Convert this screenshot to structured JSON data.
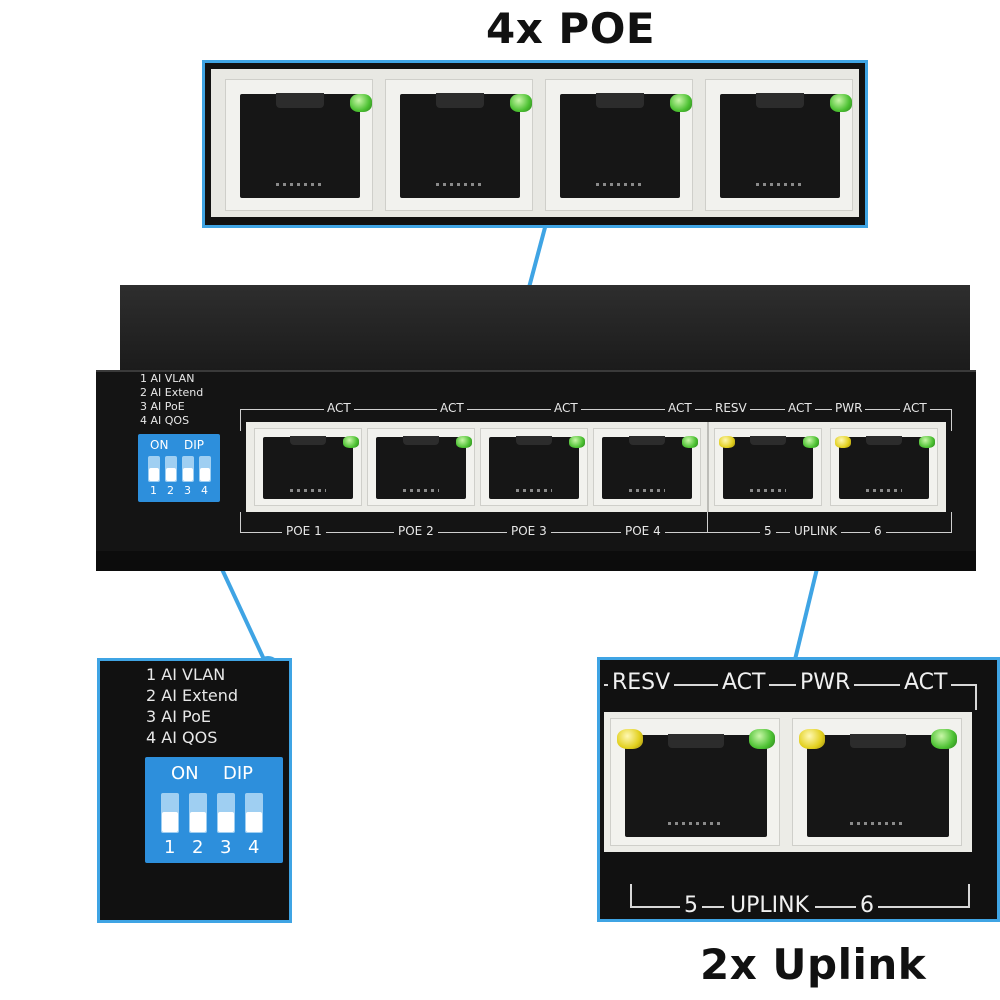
{
  "headings": {
    "poe": "4x POE",
    "uplink": "2x Uplink"
  },
  "dip_legend": [
    "1 AI VLAN",
    "2 AI Extend",
    "3 AI PoE",
    "4 AI QOS"
  ],
  "dip_switch": {
    "on_label": "ON",
    "dip_label": "DIP",
    "numbers": [
      "1",
      "2",
      "3",
      "4"
    ]
  },
  "top_labels": [
    "ACT",
    "ACT",
    "ACT",
    "ACT",
    "RESV",
    "ACT",
    "PWR",
    "ACT"
  ],
  "bottom_labels": {
    "poe": [
      "POE 1",
      "POE 2",
      "POE 3",
      "POE 4"
    ],
    "uplink_left": "5",
    "uplink_mid": "UPLINK",
    "uplink_right": "6"
  },
  "uplink_zoom": {
    "resv": "RESV",
    "act1": "ACT",
    "pwr": "PWR",
    "act2": "ACT",
    "left": "5",
    "mid": "UPLINK",
    "right": "6"
  },
  "colors": {
    "accent": "#3fa4e4",
    "dip_blue": "#2d8fdc",
    "led_green": "#4cc132",
    "led_yellow": "#e2d01e",
    "chassis": "#141414"
  },
  "icons": [
    "rj45-port-icon",
    "led-indicator-icon",
    "dip-switch-icon"
  ]
}
